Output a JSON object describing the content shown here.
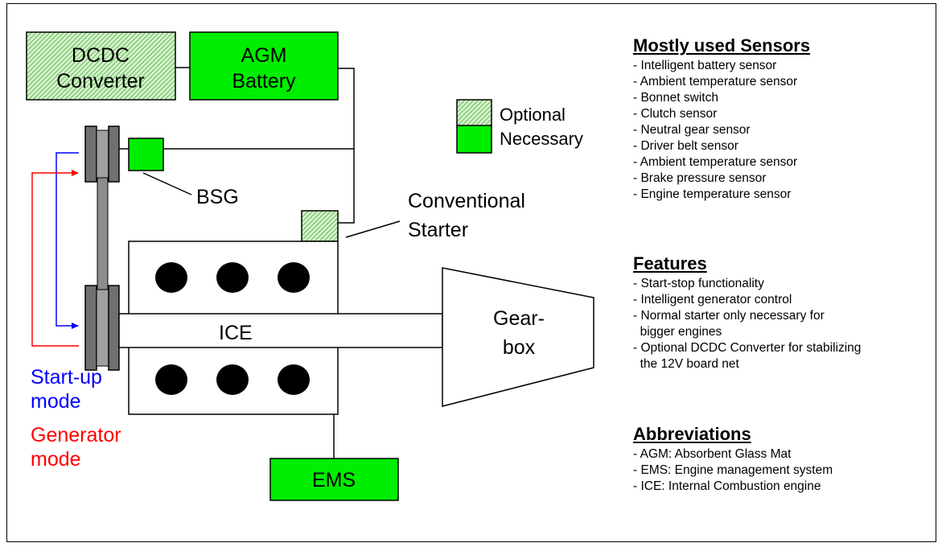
{
  "colors": {
    "necessary_fill": "#00ee00",
    "optional_fill": "#9fd98f",
    "startup_arrow": "#0000ff",
    "generator_arrow": "#ff0000",
    "gray": "#808080",
    "engine_cylinder": "#000000"
  },
  "components": {
    "dcdc_line1": "DCDC",
    "dcdc_line2": "Converter",
    "agm_line1": "AGM",
    "agm_line2": "Battery",
    "bsg": "BSG",
    "starter_line1": "Conventional",
    "starter_line2": "Starter",
    "ice": "ICE",
    "gearbox_line1": "Gear-",
    "gearbox_line2": "box",
    "ems": "EMS"
  },
  "legend": {
    "optional": "Optional",
    "necessary": "Necessary"
  },
  "modes": {
    "startup_line1": "Start-up",
    "startup_line2": "mode",
    "generator_line1": "Generator",
    "generator_line2": "mode"
  },
  "sensors": {
    "title": "Mostly used Sensors",
    "items": [
      "- Intelligent battery sensor",
      "- Ambient temperature sensor",
      "- Bonnet switch",
      "- Clutch sensor",
      "- Neutral gear sensor",
      "- Driver belt sensor",
      "- Ambient temperature sensor",
      "- Brake pressure sensor",
      "- Engine temperature sensor"
    ]
  },
  "features": {
    "title": "Features",
    "items": [
      "- Start-stop functionality",
      "- Intelligent generator control",
      "- Normal starter only necessary for",
      "  bigger engines",
      "- Optional DCDC Converter for stabilizing",
      "  the 12V board net"
    ]
  },
  "abbreviations": {
    "title": "Abbreviations",
    "items": [
      "- AGM: Absorbent Glass Mat",
      "- EMS: Engine management system",
      "- ICE: Internal Combustion engine"
    ]
  }
}
